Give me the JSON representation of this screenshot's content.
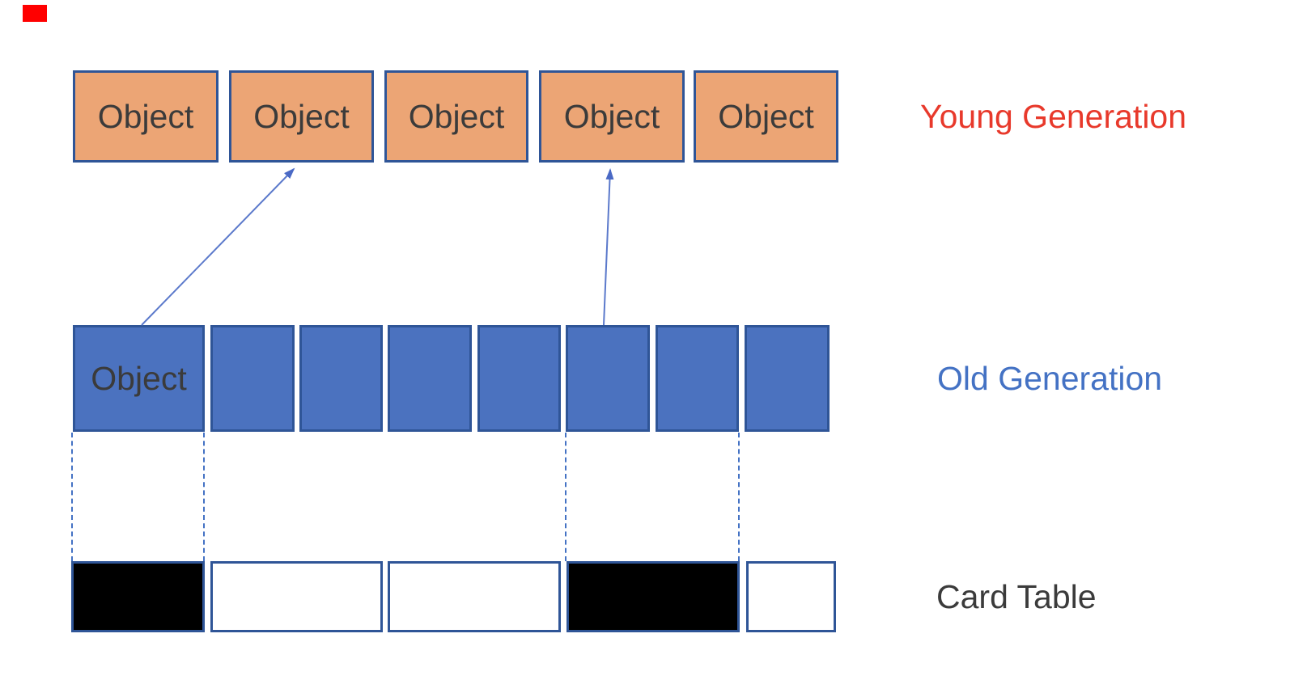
{
  "colors": {
    "box-orange": "#ECA575",
    "box-blue": "#4B72BF",
    "border-navy": "#2F5597",
    "accent-blue": "#4472C4",
    "arrow-blue": "#5B79CB",
    "arrow-head-blue": "#4A69C5",
    "label-red": "#E8392B",
    "label-dark": "#3B3B3B",
    "card-dirty": "#000000",
    "card-clean": "#FFFFFF",
    "marker-red": "#FF0000"
  },
  "young_generation": {
    "label": "Young Generation",
    "boxes": [
      {
        "label": "Object"
      },
      {
        "label": "Object"
      },
      {
        "label": "Object"
      },
      {
        "label": "Object"
      },
      {
        "label": "Object"
      }
    ]
  },
  "old_generation": {
    "label": "Old Generation",
    "boxes": [
      {
        "label": "Object"
      },
      {
        "label": ""
      },
      {
        "label": ""
      },
      {
        "label": ""
      },
      {
        "label": ""
      },
      {
        "label": ""
      },
      {
        "label": ""
      },
      {
        "label": ""
      }
    ]
  },
  "card_table": {
    "label": "Card Table",
    "cells": [
      {
        "state": "dirty"
      },
      {
        "state": "clean"
      },
      {
        "state": "clean"
      },
      {
        "state": "dirty"
      },
      {
        "state": "clean"
      }
    ]
  },
  "arrows": [
    {
      "from": "old-generation-box-1",
      "to": "young-generation-box-2"
    },
    {
      "from": "old-generation-box-6",
      "to": "young-generation-box-4"
    }
  ]
}
